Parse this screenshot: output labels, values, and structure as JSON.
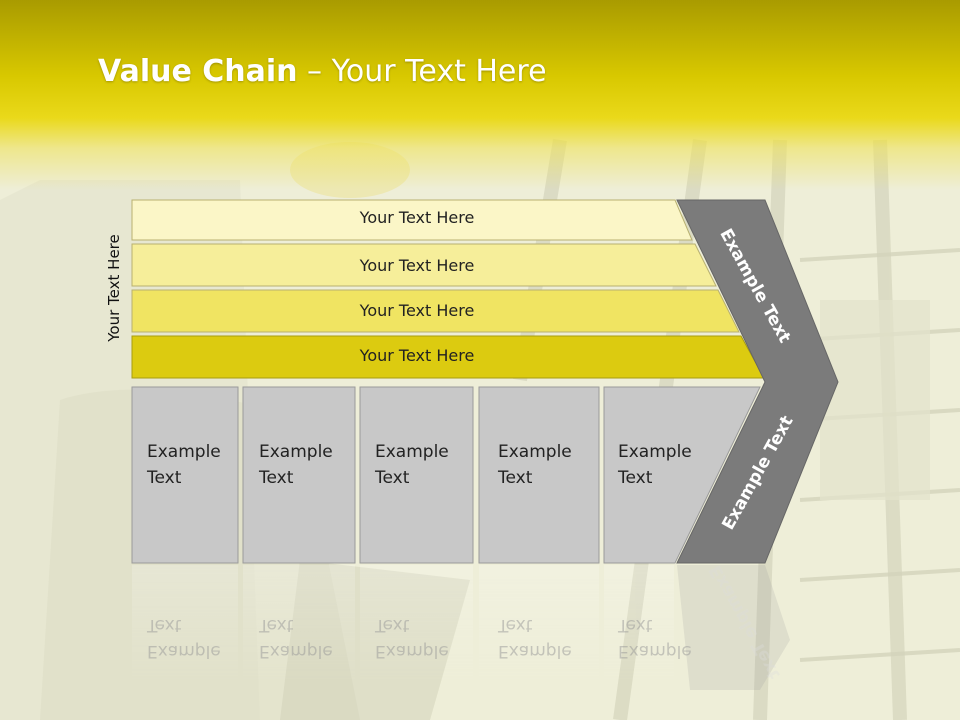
{
  "slide": {
    "title_bold": "Value Chain",
    "title_rest": " – Your Text Here",
    "side_label": "Your Text Here"
  },
  "bars": [
    {
      "label": "Your Text Here"
    },
    {
      "label": "Your Text Here"
    },
    {
      "label": "Your Text Here"
    },
    {
      "label": "Your Text Here"
    }
  ],
  "boxes": [
    {
      "line1": "Example",
      "line2": "Text"
    },
    {
      "line1": "Example",
      "line2": "Text"
    },
    {
      "line1": "Example",
      "line2": "Text"
    },
    {
      "line1": "Example",
      "line2": "Text"
    },
    {
      "line1": "Example",
      "line2": "Text"
    }
  ],
  "chevron": {
    "upper": "Example Text",
    "lower": "Example Text"
  },
  "colors": {
    "header": "#d8c800",
    "bar1": "#fbf6c7",
    "bar2": "#f6ee9a",
    "bar3": "#f0e462",
    "bar4": "#dccb10",
    "box": "#c8c8c8",
    "chevron": "#7b7b7b"
  }
}
